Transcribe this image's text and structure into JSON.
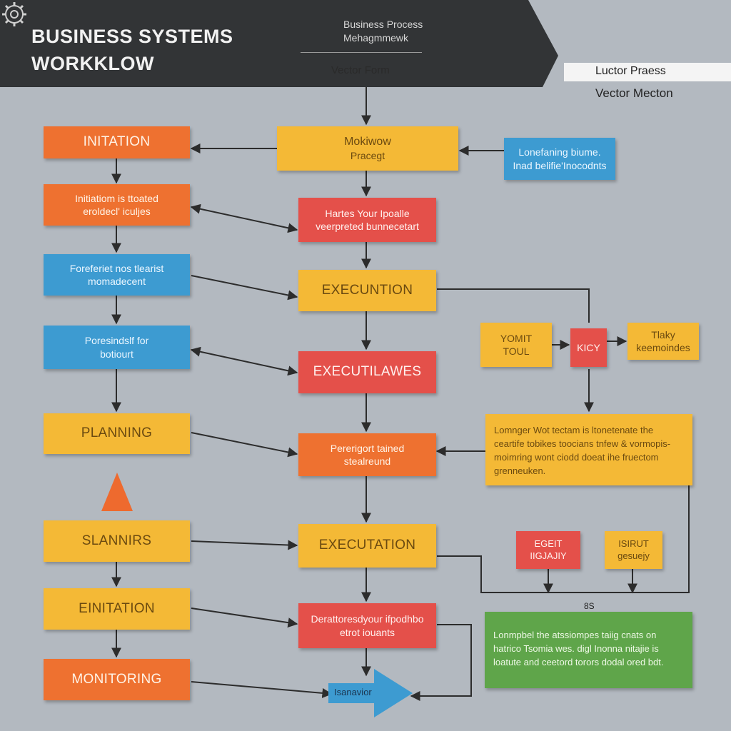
{
  "header": {
    "title_line1": "BUSINESS SYSTEMS",
    "title_line2": "WORKKLOW",
    "logo_line1": "Business Process",
    "logo_line2": "Mehagmmewk",
    "subtitle": "Vector Form",
    "ribbon_text": "Luctor Praess",
    "ribbon_sub": "Vector Mecton"
  },
  "colors": {
    "orange": "#ee7130",
    "yellow": "#f4b936",
    "red": "#e4504a",
    "blue": "#3d9bd1",
    "green": "#5fa54a",
    "header": "#323436"
  },
  "icons": {
    "logo": "gear-logo-icon",
    "warning": "warning-triangle-icon",
    "end": "blue-arrow-icon"
  },
  "left": {
    "initiation": "INITATION",
    "box2_l1": "Initiatiom is ttoated",
    "box2_l2": "eroldecl' iculjes",
    "box3_l1": "Foreferiet nos tlearist",
    "box3_l2": "momadecent",
    "box4_l1": "Poresindslf for",
    "box4_l2": "botiourt",
    "planning": "PLANNING",
    "slanners": "SLANNIRS",
    "einitation": "EINITATION",
    "monitoring": "MONITORING"
  },
  "center": {
    "box1_l1": "Mokiwow",
    "box1_l2": "Pracegt",
    "box2_l1": "Hartes Your Ipoalle",
    "box2_l2": "veerpreted bunnecetart",
    "execution1": "EXECUNTION",
    "executiawes": "EXECUTILAWES",
    "box5_l1": "Pererigort tained",
    "box5_l2": "stealreund",
    "execution2": "EXECUTATION",
    "box7_l1": "Derattoresdyour ifpodhbo",
    "box7_l2": "etrot iouants",
    "end_label": "Isanavior"
  },
  "right": {
    "blue_l1": "Lonefaning biume.",
    "blue_l2": "Inad belifie'Inocodnts",
    "yomit_l1": "YOMIT",
    "yomit_l2": "TOUL",
    "kicy": "KICY",
    "taky_l1": "Tlaky",
    "taky_l2": "keemoindes",
    "big_yellow": "Lomnger Wot tectam is ltonetenate the ceartife tobikes toocians tnfew & vormopis-moimring wont ciodd doeat ihe fruectom grenneuken.",
    "egt_l1": "EGEIT",
    "egt_l2": "IIGJAJIY",
    "isurt_l1": "ISIRUT",
    "isurt_l2": "gesuejy",
    "num": "8S",
    "green_text": "Lonmpbel the atssiompes taiig cnats on hatrico Tsomia wes. digl Inonna nitajie is loatute and ceetord torors dodal ored bdt."
  }
}
